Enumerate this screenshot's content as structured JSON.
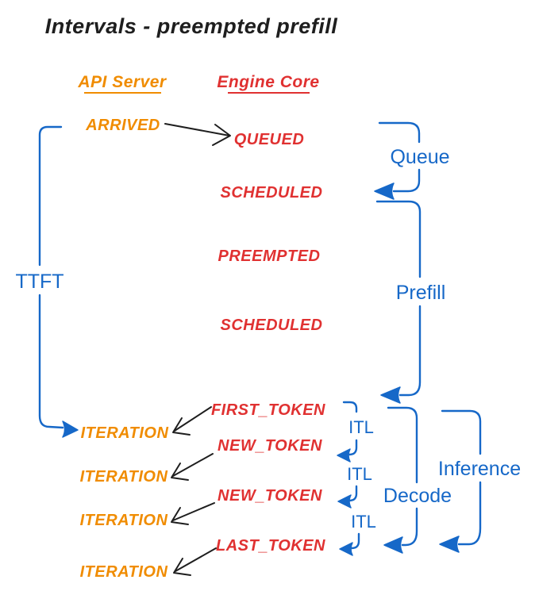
{
  "title": "Intervals - preempted prefill",
  "columns": {
    "api_server": "API Server",
    "engine_core": "Engine Core"
  },
  "api_server_events": {
    "arrived": "ARRIVED",
    "iterations": [
      "ITERATION",
      "ITERATION",
      "ITERATION",
      "ITERATION"
    ]
  },
  "engine_core_events": {
    "queued": "QUEUED",
    "scheduled_1": "SCHEDULED",
    "preempted": "PREEMPTED",
    "scheduled_2": "SCHEDULED",
    "first_token": "FIRST_TOKEN",
    "new_token_1": "NEW_TOKEN",
    "new_token_2": "NEW_TOKEN",
    "last_token": "LAST_TOKEN"
  },
  "intervals": {
    "ttft": "TTFT",
    "queue": "Queue",
    "prefill": "Prefill",
    "decode": "Decode",
    "inference": "Inference",
    "itl": [
      "ITL",
      "ITL",
      "ITL"
    ]
  },
  "colors": {
    "api_server_color": "#f08c00",
    "engine_core_color": "#e03131",
    "interval_color": "#1668c8",
    "text_color": "#1e1e1e"
  }
}
